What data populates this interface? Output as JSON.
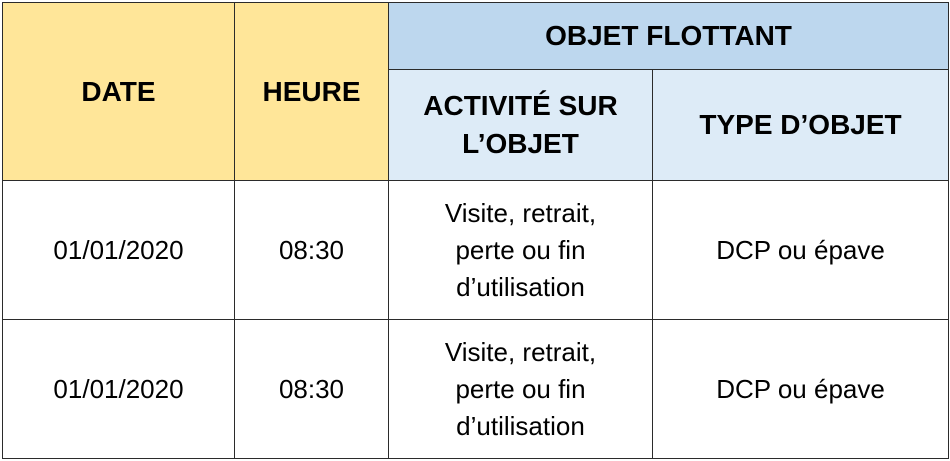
{
  "headers": {
    "date": "DATE",
    "heure": "HEURE",
    "group": "OBJET FLOTTANT",
    "activite": "ACTIVITÉ SUR L’OBJET",
    "type": "TYPE D’OBJET"
  },
  "rows": [
    {
      "date": "01/01/2020",
      "heure": "08:30",
      "activite": "Visite, retrait, perte ou fin d’utilisation",
      "type": "DCP ou épave"
    },
    {
      "date": "01/01/2020",
      "heure": "08:30",
      "activite": "Visite, retrait, perte ou fin d’utilisation",
      "type": "DCP ou épave"
    }
  ],
  "colors": {
    "yellow_header": "#ffe699",
    "blue_group_header": "#bdd7ee",
    "blue_sub_header": "#ddebf7",
    "border": "#2b2b2b"
  }
}
